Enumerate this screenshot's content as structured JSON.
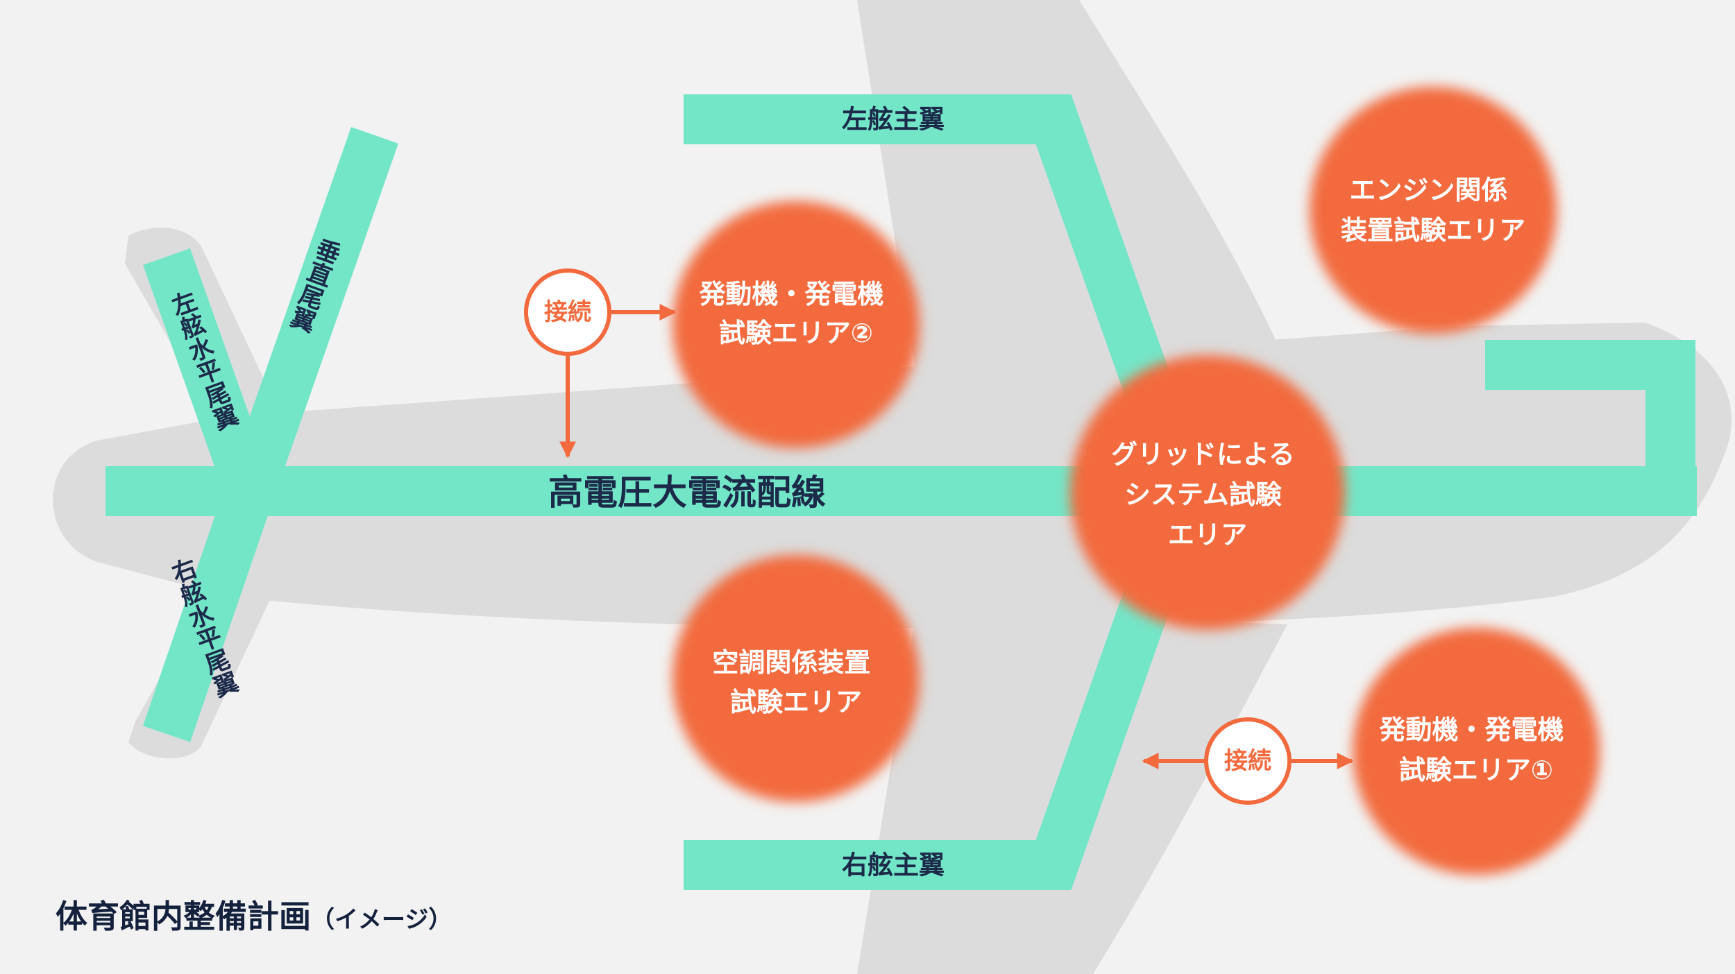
{
  "colors": {
    "background": "#f2f2f2",
    "silhouette": "#dcdcdc",
    "wiring": "#74e6c8",
    "area": "#f26a3d",
    "label": "#1c2a4a"
  },
  "wiring": {
    "main_label": "高電圧大電流配線",
    "left_main_wing": "左舷主翼",
    "right_main_wing": "右舷主翼",
    "vertical_tail": "垂直尾翼",
    "left_horizontal_tail": "左舷水平尾翼",
    "right_horizontal_tail": "右舷水平尾翼"
  },
  "areas": {
    "generator_area_2": [
      "発動機・発電機",
      "試験エリア②"
    ],
    "engine_area": [
      "エンジン関係",
      "装置試験エリア"
    ],
    "grid_area": [
      "グリッドによる",
      "システム試験",
      "エリア"
    ],
    "aircon_area": [
      "空調関係装置",
      "試験エリア"
    ],
    "generator_area_1": [
      "発動機・発電機",
      "試験エリア①"
    ]
  },
  "connections": {
    "top": "接続",
    "bottom": "接続"
  },
  "caption": {
    "title": "体育館内整備計画",
    "note": "（イメージ）"
  }
}
